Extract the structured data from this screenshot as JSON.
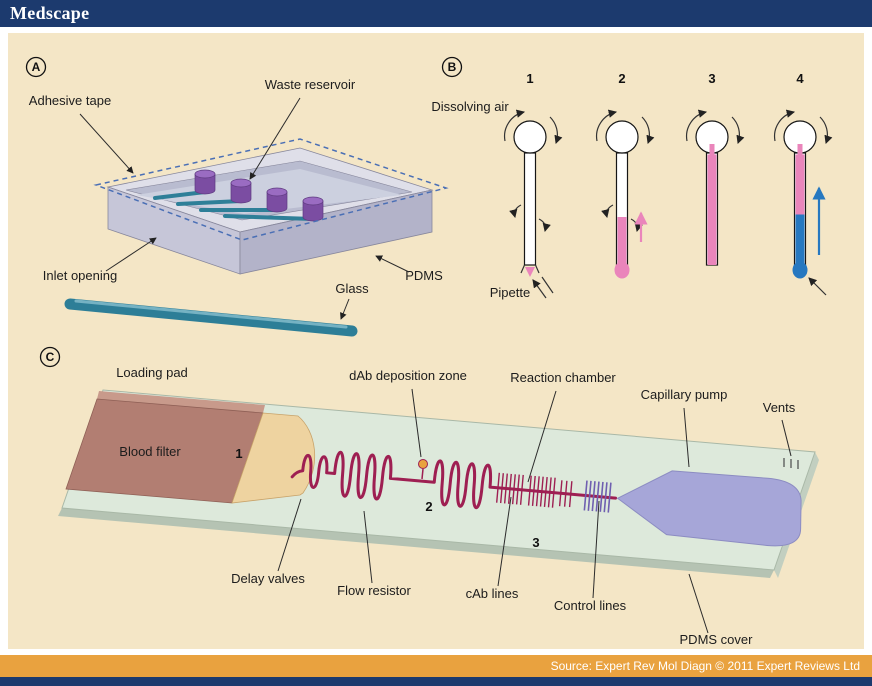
{
  "header": {
    "brand": "Medscape"
  },
  "panels": {
    "a": {
      "letter": "A",
      "labels": {
        "adhesive_tape": "Adhesive tape",
        "waste_reservoir": "Waste reservoir",
        "inlet_opening": "Inlet opening",
        "pdms": "PDMS",
        "glass": "Glass"
      }
    },
    "b": {
      "letter": "B",
      "steps": [
        "1",
        "2",
        "3",
        "4"
      ],
      "labels": {
        "dissolving_air": "Dissolving air",
        "pipette": "Pipette"
      }
    },
    "c": {
      "letter": "C",
      "labels": {
        "loading_pad": "Loading pad",
        "blood_filter": "Blood filter",
        "dab_zone": "dAb deposition zone",
        "reaction_chamber": "Reaction chamber",
        "capillary_pump": "Capillary pump",
        "vents": "Vents",
        "delay_valves": "Delay valves",
        "flow_resistor": "Flow resistor",
        "cab_lines": "cAb lines",
        "control_lines": "Control lines",
        "pdms_cover": "PDMS cover"
      },
      "markers": {
        "m1": "1",
        "m2": "2",
        "m3": "3"
      }
    }
  },
  "footer": {
    "source": "Source: Expert Rev Mol Diagn © 2011 Expert Reviews Ltd"
  },
  "colors": {
    "navy": "#1c3a6e",
    "cream": "#f4e6c6",
    "orange": "#e9a23f",
    "channel": "#9e1f52",
    "pink": "#ea85bb",
    "blue": "#2678c0",
    "pump": "#a6a6d8",
    "chip": "#dde9db",
    "chip-edge": "#b5c3b3",
    "filter-brown": "#b27e72",
    "pad-tan": "#eed3a0",
    "cylinder": "#7b4da2",
    "teal": "#2e7f98",
    "tray": "#cdcdde"
  }
}
